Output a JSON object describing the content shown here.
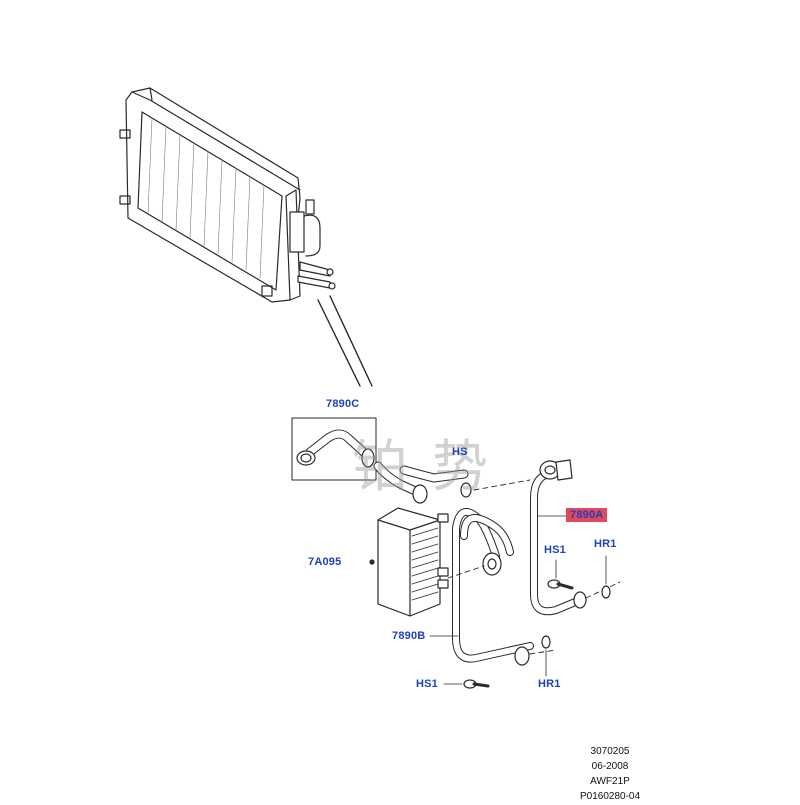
{
  "callouts": {
    "c_7890C": "7890C",
    "c_7A095": "7A095",
    "c_7890A": "7890A",
    "c_7890B": "7890B",
    "c_HS1_a": "HS1",
    "c_HR1_a": "HR1",
    "c_HS1_b": "HS1",
    "c_HR1_b": "HR1",
    "c_HS_partial": "HS"
  },
  "watermark": {
    "char1": "铂",
    "char2": "势"
  },
  "reference": {
    "line1": "3070205",
    "line2": "06-2008",
    "line3": "AWF21P",
    "line4": "P0160280-04"
  },
  "colors": {
    "callout": "#1f3fbf",
    "highlight": "#e2475b",
    "line": "#2a2a2a"
  }
}
